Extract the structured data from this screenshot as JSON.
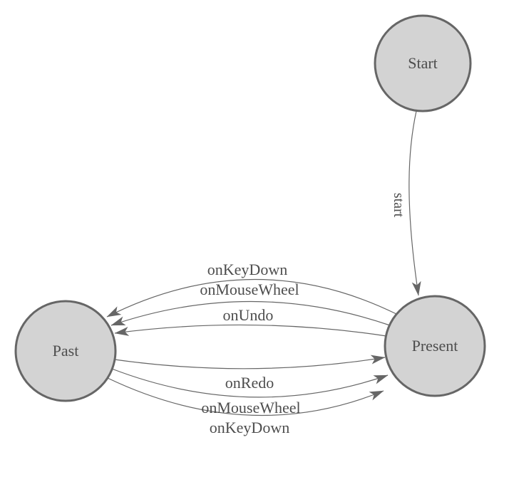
{
  "diagram": {
    "type": "state-machine",
    "background_color": "#ffffff",
    "colors": {
      "node_fill": "#d3d3d3",
      "node_border": "#666666",
      "edge": "#666666",
      "text": "#4d4d4d"
    },
    "nodes": [
      {
        "id": "start",
        "label": "Start"
      },
      {
        "id": "present",
        "label": "Present"
      },
      {
        "id": "past",
        "label": "Past"
      }
    ],
    "edges": [
      {
        "from": "Start",
        "to": "Present",
        "label": "start"
      },
      {
        "from": "Present",
        "to": "Past",
        "label": "onKeyDown"
      },
      {
        "from": "Present",
        "to": "Past",
        "label": "onMouseWheel"
      },
      {
        "from": "Present",
        "to": "Past",
        "label": "onUndo"
      },
      {
        "from": "Past",
        "to": "Present",
        "label": "onRedo"
      },
      {
        "from": "Past",
        "to": "Present",
        "label": "onMouseWheel"
      },
      {
        "from": "Past",
        "to": "Present",
        "label": "onKeyDown"
      }
    ]
  }
}
